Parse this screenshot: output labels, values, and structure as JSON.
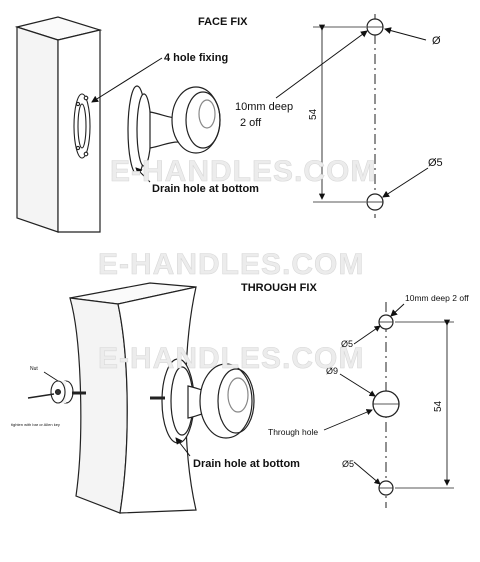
{
  "face_fix": {
    "title": "FACE FIX",
    "label_fixing": "4 hole fixing",
    "label_drain": "Drain hole at bottom",
    "label_depth_line1": "10mm deep",
    "label_depth_line2": "2 off",
    "dim_54": "54",
    "dim_dia_top": "Ø",
    "dim_dia_5": "Ø5"
  },
  "through_fix": {
    "title": "THROUGH FIX",
    "label_depth": "10mm deep 2 off",
    "label_through": "Through hole",
    "label_drain": "Drain hole at bottom",
    "label_tighten": "tighten with bar or Allen key",
    "label_nut": "Nut",
    "dim_54": "54",
    "dim_dia_5_top": "Ø5",
    "dim_dia_9": "Ø9",
    "dim_dia_5_bottom": "Ø5"
  },
  "watermark": "E-HANDLES.COM"
}
